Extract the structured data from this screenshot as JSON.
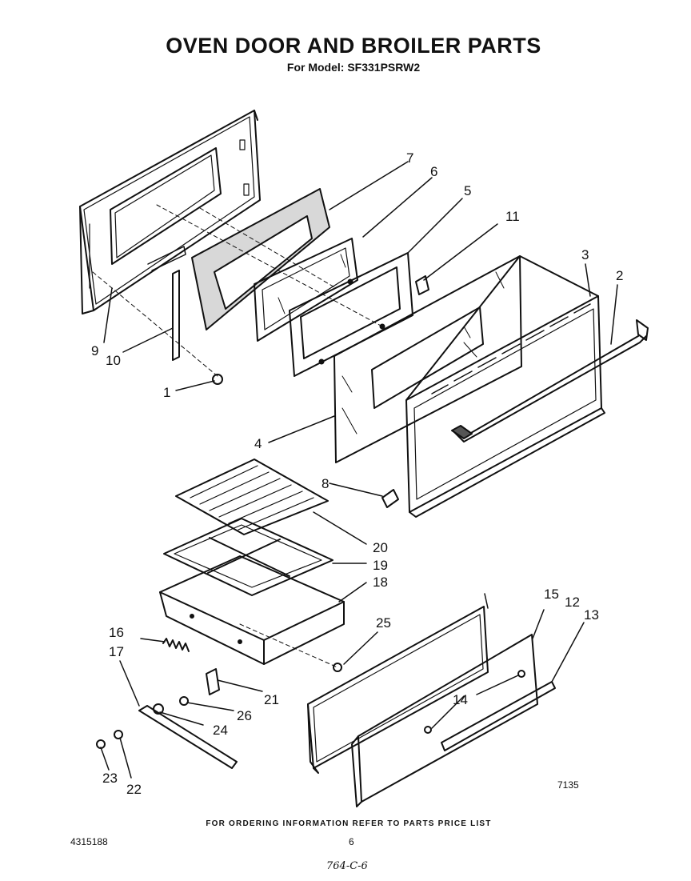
{
  "header": {
    "title": "OVEN DOOR AND BROILER PARTS",
    "subtitle": "For Model: SF331PSRW2"
  },
  "callouts": {
    "c1": "1",
    "c2": "2",
    "c3": "3",
    "c4": "4",
    "c5": "5",
    "c6": "6",
    "c7": "7",
    "c8": "8",
    "c9": "9",
    "c10": "10",
    "c11": "11",
    "c12": "12",
    "c13": "13",
    "c14": "14",
    "c15": "15",
    "c16": "16",
    "c17": "17",
    "c18": "18",
    "c19": "19",
    "c20": "20",
    "c21": "21",
    "c22": "22",
    "c23": "23",
    "c24": "24",
    "c25": "25",
    "c26": "26"
  },
  "footer": {
    "ordering_note": "FOR ORDERING INFORMATION REFER TO PARTS PRICE LIST",
    "doc_number": "4315188",
    "page_number": "6",
    "diagram_code": "7135",
    "handwritten": "764-C-6"
  }
}
